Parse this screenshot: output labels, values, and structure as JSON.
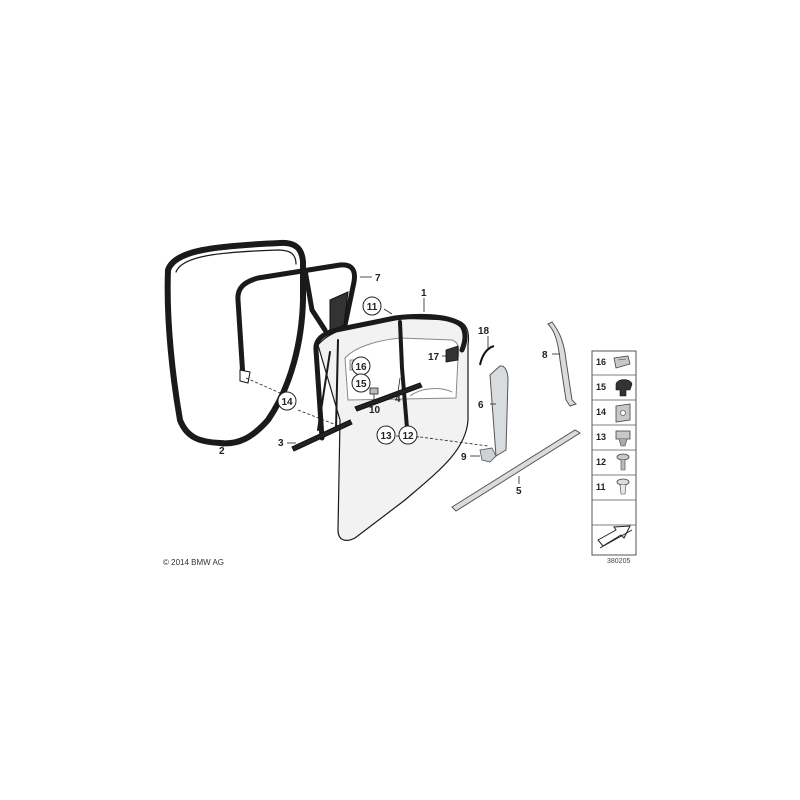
{
  "callouts": {
    "c1": "1",
    "c2": "2",
    "c3": "3",
    "c4": "4",
    "c5": "5",
    "c6": "6",
    "c7": "7",
    "c8": "8",
    "c9": "9",
    "c10": "10",
    "c11": "11",
    "c12": "12",
    "c13": "13",
    "c14": "14",
    "c16": "16",
    "c15": "15",
    "c17": "17",
    "c18": "18"
  },
  "legend": {
    "items": [
      {
        "label": "16",
        "icon": "clip-icon"
      },
      {
        "label": "15",
        "icon": "rubber-buffer-icon"
      },
      {
        "label": "14",
        "icon": "nut-clip-icon"
      },
      {
        "label": "13",
        "icon": "expanding-nut-icon"
      },
      {
        "label": "12",
        "icon": "screw-icon"
      },
      {
        "label": "11",
        "icon": "expanding-rivet-icon"
      }
    ],
    "arrow_icon": "direction-arrow-icon"
  },
  "copyright": "© 2014 BMW AG",
  "reference": "380205",
  "colors": {
    "line": "#1a1a1a",
    "door_fill": "#f2f2f2",
    "trim_fill": "#d9dcdf",
    "panel_border": "#555555"
  }
}
